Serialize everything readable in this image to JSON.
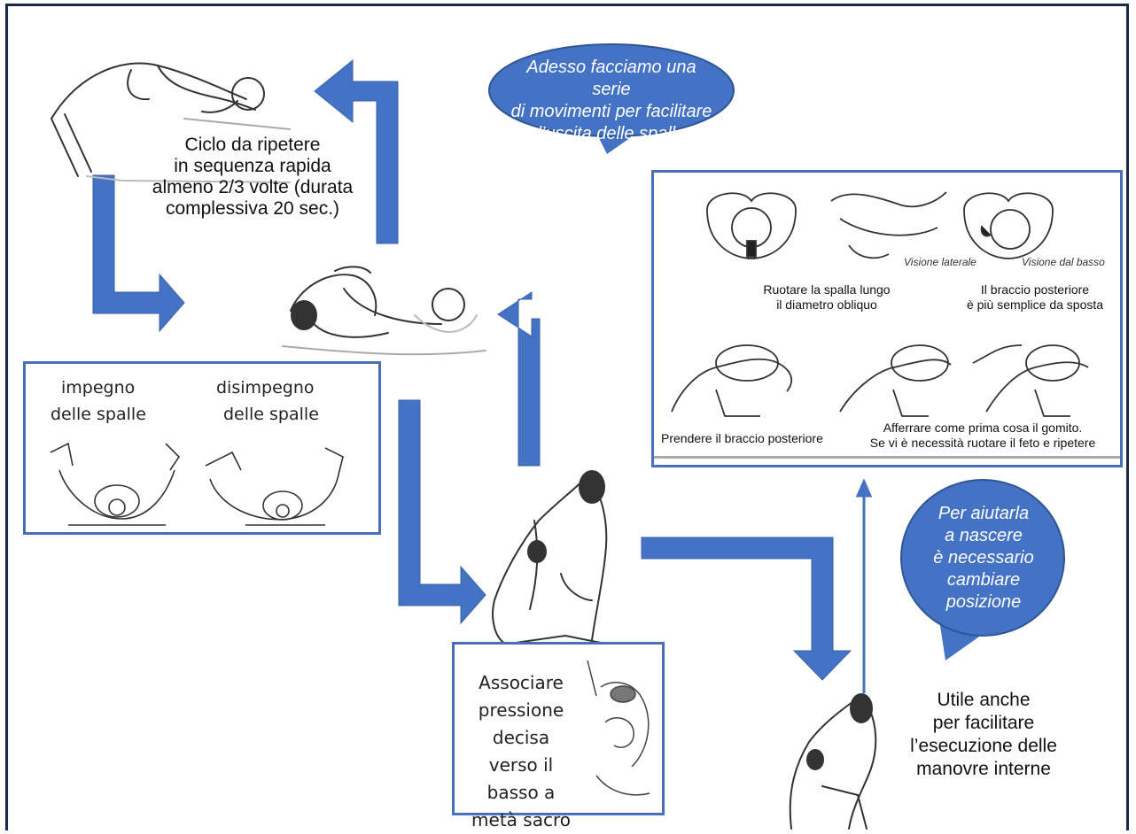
{
  "cycle_caption": [
    "Ciclo da ripetere",
    "in sequenza rapida",
    "almeno 2/3 volte (durata",
    "complessiva 20 sec.)"
  ],
  "bubble_top": [
    "Adesso facciamo una serie",
    "di movimenti per facilitare",
    "l’uscita delle spalle"
  ],
  "bubble_right": [
    "Per aiutarla",
    "a nascere",
    "è necessario",
    "cambiare",
    "posizione"
  ],
  "useful_caption": [
    "Utile anche",
    "per facilitare",
    "l’esecuzione delle",
    "manovre interne"
  ],
  "shoulders_box": {
    "impegno": [
      "impegno",
      "delle spalle"
    ],
    "disimpegno": [
      "disimpegno",
      "delle spalle"
    ]
  },
  "pressure_box": [
    "Associare",
    "pressione decisa",
    "verso il basso a",
    "metà sacro"
  ],
  "maneuver_box": {
    "view_lateral": "Visione laterale",
    "view_bottom": "Visione dal basso",
    "rotate": [
      "Ruotare la spalla lungo",
      "il diametro obliquo"
    ],
    "posterior_arm": [
      "Il braccio posteriore",
      "è più semplice da sposta"
    ],
    "take_arm": "Prendere il braccio posteriore",
    "elbow": [
      "Afferrare come prima cosa il gomito.",
      "Se vi è necessità ruotare il feto e ripetere"
    ]
  },
  "colors": {
    "arrow": "#4472c4",
    "bubble": "#4472c4",
    "box_border": "#4870b8",
    "frame": "#1b2a4a"
  }
}
